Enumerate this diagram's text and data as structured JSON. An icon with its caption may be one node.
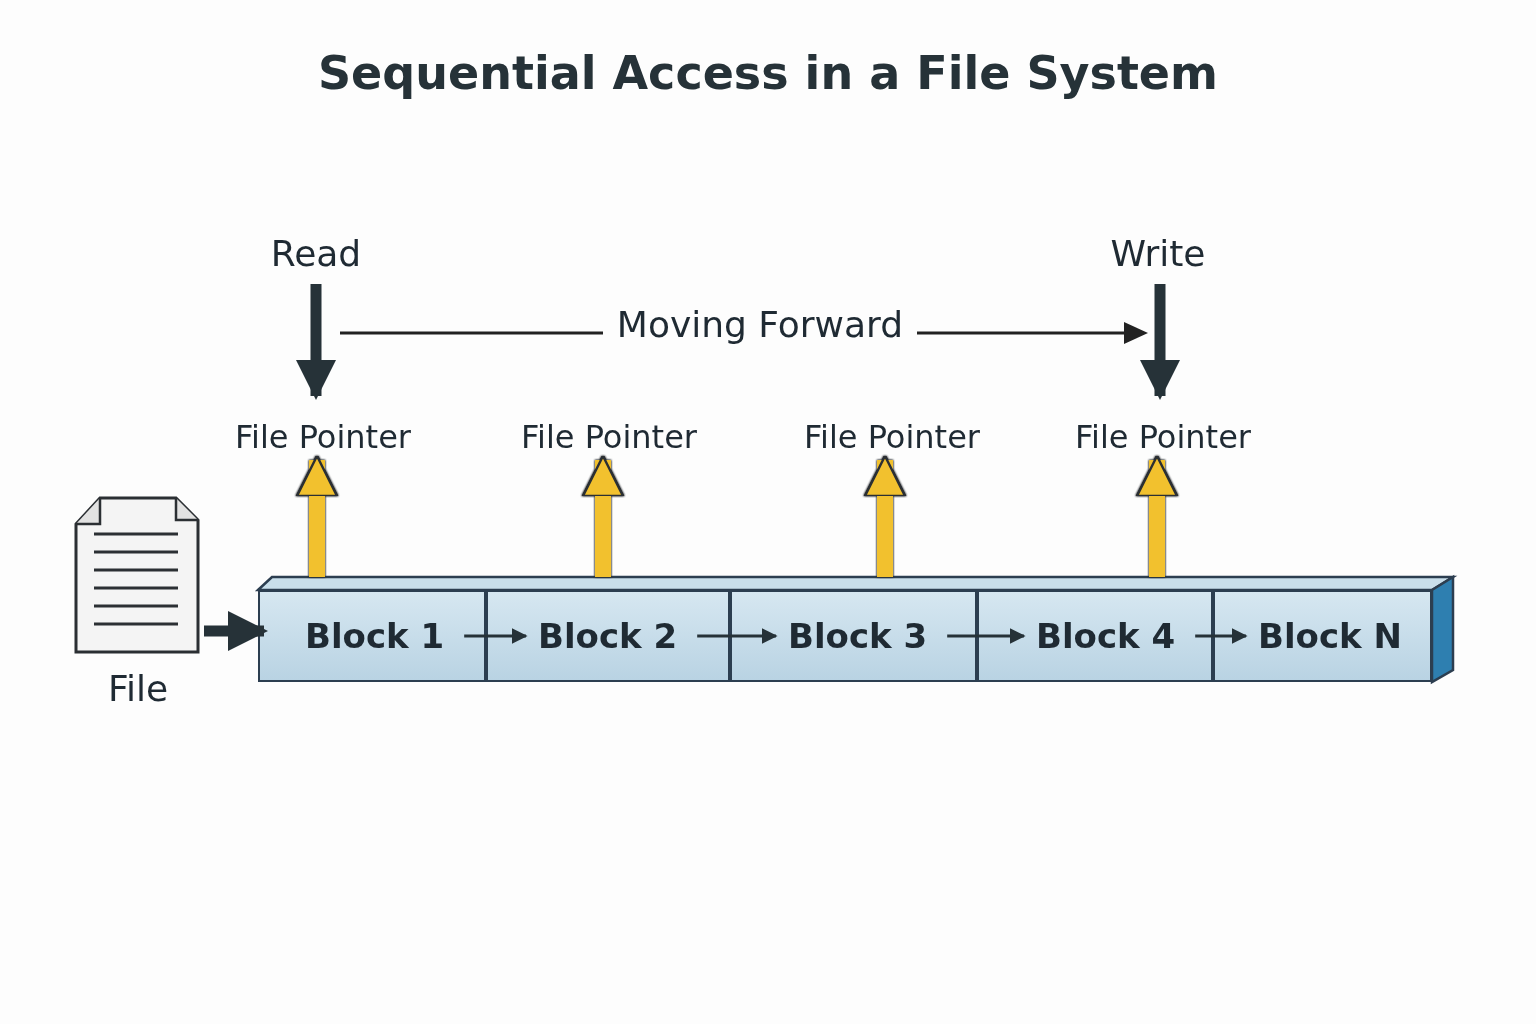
{
  "diagram": {
    "title": "Sequential Access in a File System",
    "nodes": [
      {
        "text": [],
        "shape": "picture",
        "beside": [
          "File"
        ]
      },
      {
        "text": [
          "Block 1"
        ]
      },
      {
        "text": [
          "Block 2"
        ]
      },
      {
        "text": [
          "Block 3"
        ]
      },
      {
        "text": [
          "Block 4"
        ]
      },
      {
        "text": [
          "Block N"
        ]
      },
      {
        "text": [
          "File Pointer"
        ]
      },
      {
        "text": [
          "File Pointer"
        ]
      },
      {
        "text": [
          "File Pointer"
        ]
      },
      {
        "text": [
          "File Pointer"
        ]
      },
      {
        "text": [
          "Read"
        ]
      },
      {
        "text": [
          "Write"
        ]
      }
    ],
    "edges": [
      {
        "from": 0,
        "to": 1,
        "arrow": "to"
      },
      {
        "from": 1,
        "to": 2,
        "arrow": "to"
      },
      {
        "from": 2,
        "to": 3,
        "arrow": "to"
      },
      {
        "from": 3,
        "to": 4,
        "arrow": "to"
      },
      {
        "from": 4,
        "to": 5,
        "arrow": "to"
      },
      {
        "from": 1,
        "to": 6,
        "arrow": "to",
        "color": "#f2c12e"
      },
      {
        "from": 2,
        "to": 7,
        "arrow": "to",
        "color": "#f2c12e"
      },
      {
        "from": 3,
        "to": 8,
        "arrow": "to",
        "color": "#f2c12e"
      },
      {
        "from": 4,
        "to": 9,
        "arrow": "to",
        "color": "#f2c12e"
      },
      {
        "from": 10,
        "to": 6,
        "arrow": "to"
      },
      {
        "from": 11,
        "to": 9,
        "arrow": "to"
      }
    ],
    "labels": [
      "Moving Forward"
    ]
  }
}
